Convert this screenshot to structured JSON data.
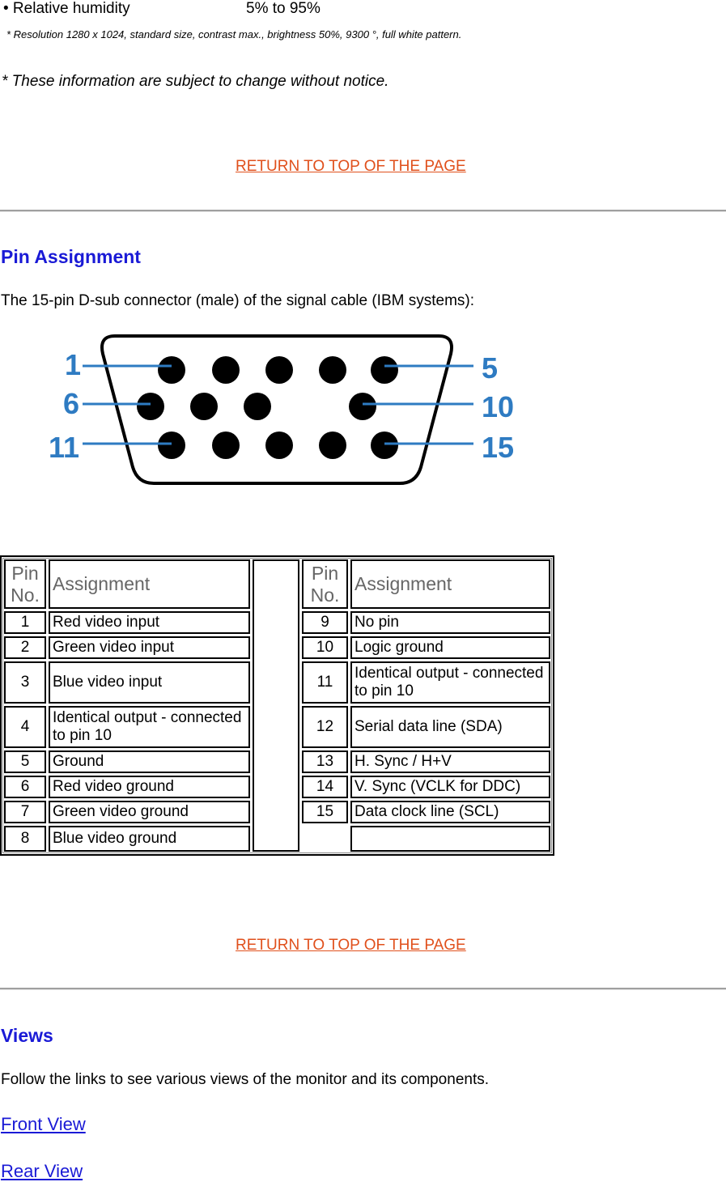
{
  "env": {
    "humidity_label": "• Relative humidity",
    "humidity_value": "5% to 95%",
    "resolution_note": "* Resolution 1280 x 1024, standard size, contrast max., brightness 50%, 9300 °, full white pattern.",
    "change_notice": "* These information are subject to change without notice."
  },
  "return_link": "RETURN TO TOP OF THE PAGE",
  "pin_section": {
    "title": "Pin Assignment",
    "intro": "The 15-pin D-sub connector (male) of the signal cable (IBM systems):",
    "diagram": {
      "labels": {
        "p1": "1",
        "p5": "5",
        "p6": "6",
        "p10": "10",
        "p11": "11",
        "p15": "15"
      },
      "line_color": "#2e7bc2",
      "label_color": "#2e7bc2"
    },
    "table": {
      "header_pin": "Pin No.",
      "header_assignment": "Assignment",
      "left": [
        {
          "pin": "1",
          "assignment": "Red video input"
        },
        {
          "pin": "2",
          "assignment": "Green video input"
        },
        {
          "pin": "3",
          "assignment": "Blue video input"
        },
        {
          "pin": "4",
          "assignment": "Identical output - connected to pin 10"
        },
        {
          "pin": "5",
          "assignment": "Ground"
        },
        {
          "pin": "6",
          "assignment": "Red video ground"
        },
        {
          "pin": "7",
          "assignment": "Green video ground"
        },
        {
          "pin": "8",
          "assignment": "Blue video ground"
        }
      ],
      "right": [
        {
          "pin": "9",
          "assignment": "No pin"
        },
        {
          "pin": "10",
          "assignment": "Logic ground"
        },
        {
          "pin": "11",
          "assignment": "Identical output - connected to pin 10"
        },
        {
          "pin": "12",
          "assignment": "Serial data line (SDA)"
        },
        {
          "pin": "13",
          "assignment": "H. Sync / H+V"
        },
        {
          "pin": "14",
          "assignment": "V. Sync (VCLK for DDC)"
        },
        {
          "pin": "15",
          "assignment": "Data clock line (SCL)"
        },
        {
          "pin": "",
          "assignment": ""
        }
      ]
    }
  },
  "views": {
    "title": "Views",
    "intro": "Follow the links to see various views of the monitor and its components.",
    "links": [
      "Front View",
      "Rear View"
    ]
  }
}
